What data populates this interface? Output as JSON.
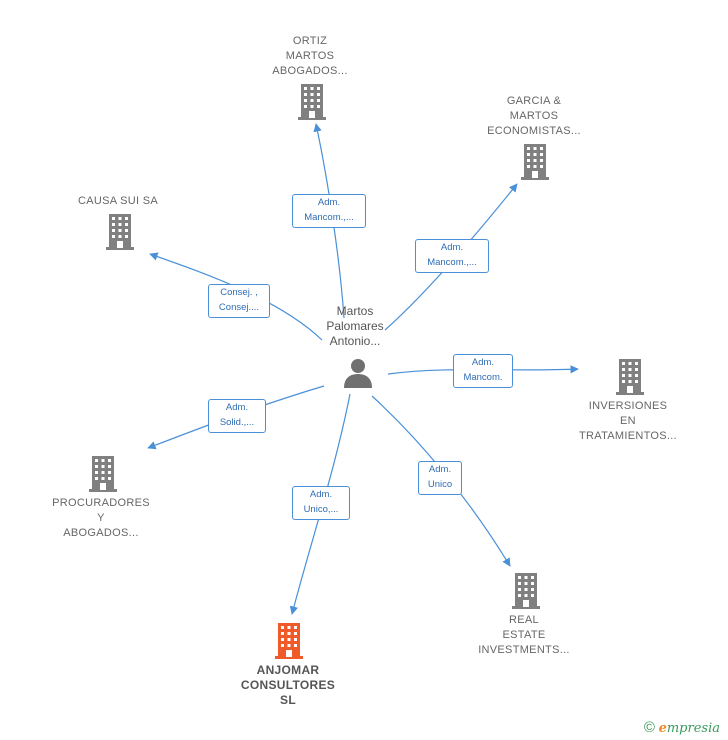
{
  "center": {
    "name_lines": [
      "Martos",
      "Palomares",
      "Antonio..."
    ],
    "icon": "person-icon"
  },
  "nodes": [
    {
      "id": "ortiz",
      "lines": [
        "ORTIZ",
        "MARTOS",
        "ABOGADOS..."
      ],
      "icon": "building-icon",
      "highlight": false
    },
    {
      "id": "garcia",
      "lines": [
        "GARCIA &",
        "MARTOS",
        "ECONOMISTAS..."
      ],
      "icon": "building-icon",
      "highlight": false
    },
    {
      "id": "causa",
      "lines": [
        "CAUSA SUI SA"
      ],
      "icon": "building-icon",
      "highlight": false
    },
    {
      "id": "inversiones",
      "lines": [
        "INVERSIONES",
        "EN",
        "TRATAMIENTOS..."
      ],
      "icon": "building-icon",
      "highlight": false
    },
    {
      "id": "procuradores",
      "lines": [
        "PROCURADORES",
        "Y",
        "ABOGADOS..."
      ],
      "icon": "building-icon",
      "highlight": false
    },
    {
      "id": "real",
      "lines": [
        "REAL",
        "ESTATE",
        "INVESTMENTS..."
      ],
      "icon": "building-icon",
      "highlight": false
    },
    {
      "id": "anjomar",
      "lines": [
        "ANJOMAR",
        "CONSULTORES",
        "SL"
      ],
      "icon": "building-icon",
      "highlight": true
    }
  ],
  "edges": [
    {
      "to": "ortiz",
      "label_lines": [
        "Adm.",
        "Mancom.,..."
      ]
    },
    {
      "to": "garcia",
      "label_lines": [
        "Adm.",
        "Mancom.,..."
      ]
    },
    {
      "to": "causa",
      "label_lines": [
        "Consej. ,",
        "Consej...."
      ]
    },
    {
      "to": "inversiones",
      "label_lines": [
        "Adm.",
        "Mancom."
      ]
    },
    {
      "to": "procuradores",
      "label_lines": [
        "Adm.",
        "Solid.,..."
      ]
    },
    {
      "to": "anjomar",
      "label_lines": [
        "Adm.",
        "Unico,..."
      ]
    },
    {
      "to": "real",
      "label_lines": [
        "Adm.",
        "Unico"
      ]
    }
  ],
  "colors": {
    "edge": "#4a90d9",
    "building": "#808080",
    "building_highlight": "#f05a28",
    "person": "#707070"
  },
  "footer": {
    "copyright_symbol": "©",
    "brand_first": "e",
    "brand_rest": "mpresia"
  }
}
